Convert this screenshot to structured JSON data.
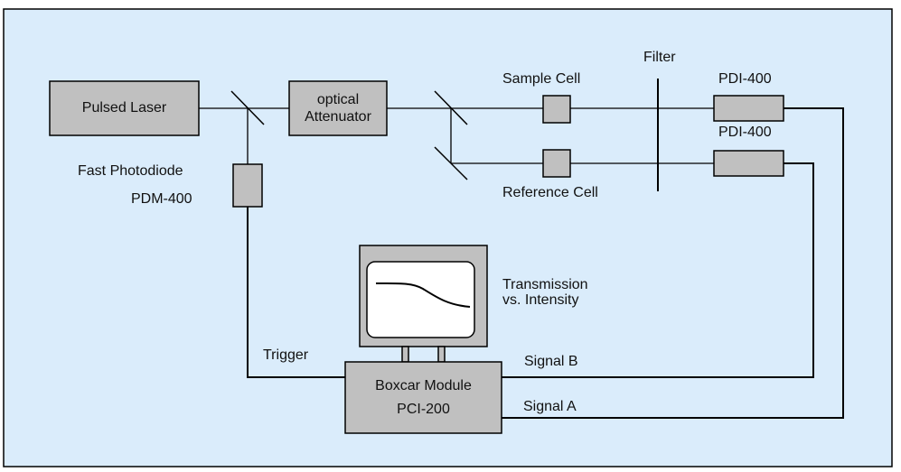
{
  "colors": {
    "background": "#daecfb",
    "frame": "#000000",
    "component_fill": "#c0c0c0",
    "screen_fill": "#ffffff",
    "line": "#000000"
  },
  "components": {
    "pulsed_laser": "Pulsed Laser",
    "attenuator_line1": "optical",
    "attenuator_line2": "Attenuator",
    "sample_cell": "Sample Cell",
    "reference_cell": "Reference Cell",
    "filter": "Filter",
    "pdi_top": "PDI-400",
    "pdi_bottom": "PDI-400",
    "photodiode_line1": "Fast Photodiode",
    "photodiode_line2": "PDM-400",
    "monitor_line1": "Transmission",
    "monitor_line2": "vs. Intensity",
    "boxcar_line1": "Boxcar Module",
    "boxcar_line2": "PCI-200"
  },
  "signals": {
    "trigger": "Trigger",
    "signal_b": "Signal B",
    "signal_a": "Signal A"
  }
}
